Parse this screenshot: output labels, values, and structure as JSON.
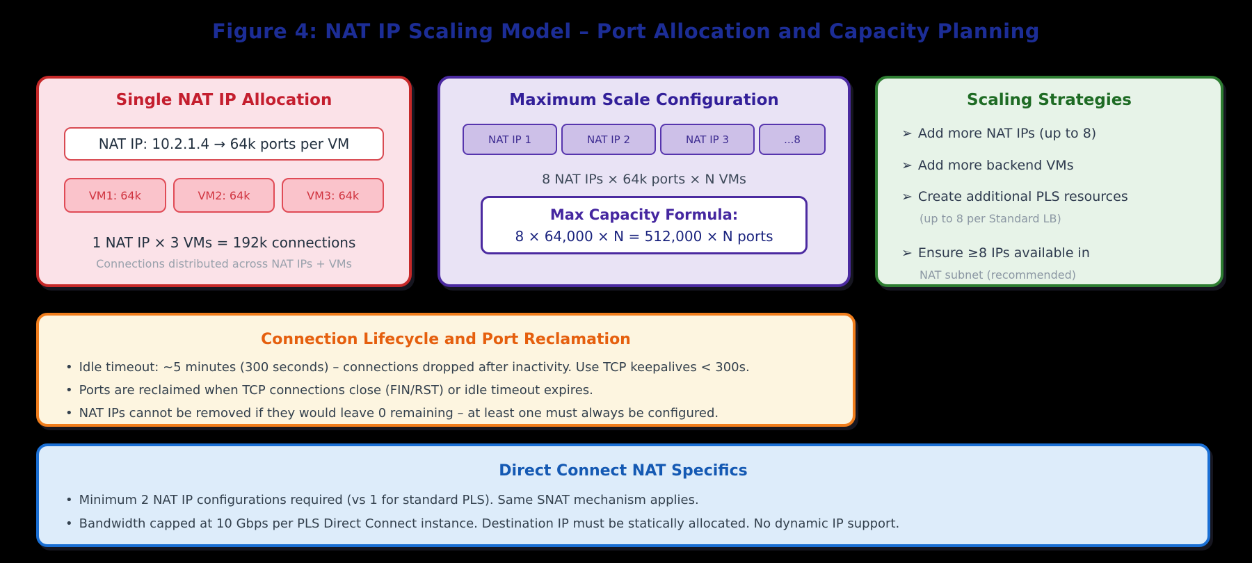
{
  "figure": {
    "title": "Figure 4: NAT IP Scaling Model – Port Allocation and Capacity Planning"
  },
  "colors": {
    "background": "#000000",
    "title_navy": "#1c2d96",
    "red_border": "#c62929",
    "red_bg": "#fbe2e8",
    "purple_border": "#4b2aa0",
    "purple_bg": "#e9e3f5",
    "green_border": "#2e7d32",
    "green_bg": "#e7f3e8",
    "orange_border": "#f07d1c",
    "orange_bg": "#fdf5e0",
    "blue_border": "#1a6fd4",
    "blue_bg": "#ddecfa"
  },
  "panels": {
    "single_nat": {
      "title": "Single NAT IP Allocation",
      "nat_ip_label": "NAT IP: 10.2.1.4 → 64k ports per VM",
      "vm_chips": [
        "VM1: 64k",
        "VM2: 64k",
        "VM3: 64k"
      ],
      "summary": "1 NAT IP × 3 VMs = 192k connections",
      "note": "Connections distributed across NAT IPs + VMs"
    },
    "max_scale": {
      "title": "Maximum Scale Configuration",
      "nat_chips": [
        "NAT IP 1",
        "NAT IP 2",
        "NAT IP 3",
        "...8"
      ],
      "equation": "8 NAT IPs × 64k ports × N VMs",
      "formula_title": "Max Capacity Formula:",
      "formula": "8 × 64,000 × N = 512,000 × N ports"
    },
    "scaling": {
      "title": "Scaling Strategies",
      "bullet_char": "➢",
      "items": [
        {
          "text": "Add more NAT IPs (up to 8)",
          "sub": ""
        },
        {
          "text": "Add more backend VMs",
          "sub": ""
        },
        {
          "text": "Create additional PLS resources",
          "sub": "(up to 8 per Standard LB)"
        },
        {
          "text": "Ensure ≥8 IPs available in",
          "sub": "NAT subnet (recommended)"
        }
      ]
    },
    "lifecycle": {
      "title": "Connection Lifecycle and Port Reclamation",
      "bullet_char": "•",
      "bullets": [
        "Idle timeout: ~5 minutes (300 seconds) – connections dropped after inactivity. Use TCP keepalives < 300s.",
        "Ports are reclaimed when TCP connections close (FIN/RST) or idle timeout expires.",
        "NAT IPs cannot be removed if they would leave 0 remaining – at least one must always be configured."
      ]
    },
    "direct_connect": {
      "title": "Direct Connect NAT Specifics",
      "bullet_char": "•",
      "bullets": [
        "Minimum 2 NAT IP configurations required (vs 1 for standard PLS). Same SNAT mechanism applies.",
        "Bandwidth capped at 10 Gbps per PLS Direct Connect instance. Destination IP must be statically allocated. No dynamic IP support."
      ]
    }
  }
}
